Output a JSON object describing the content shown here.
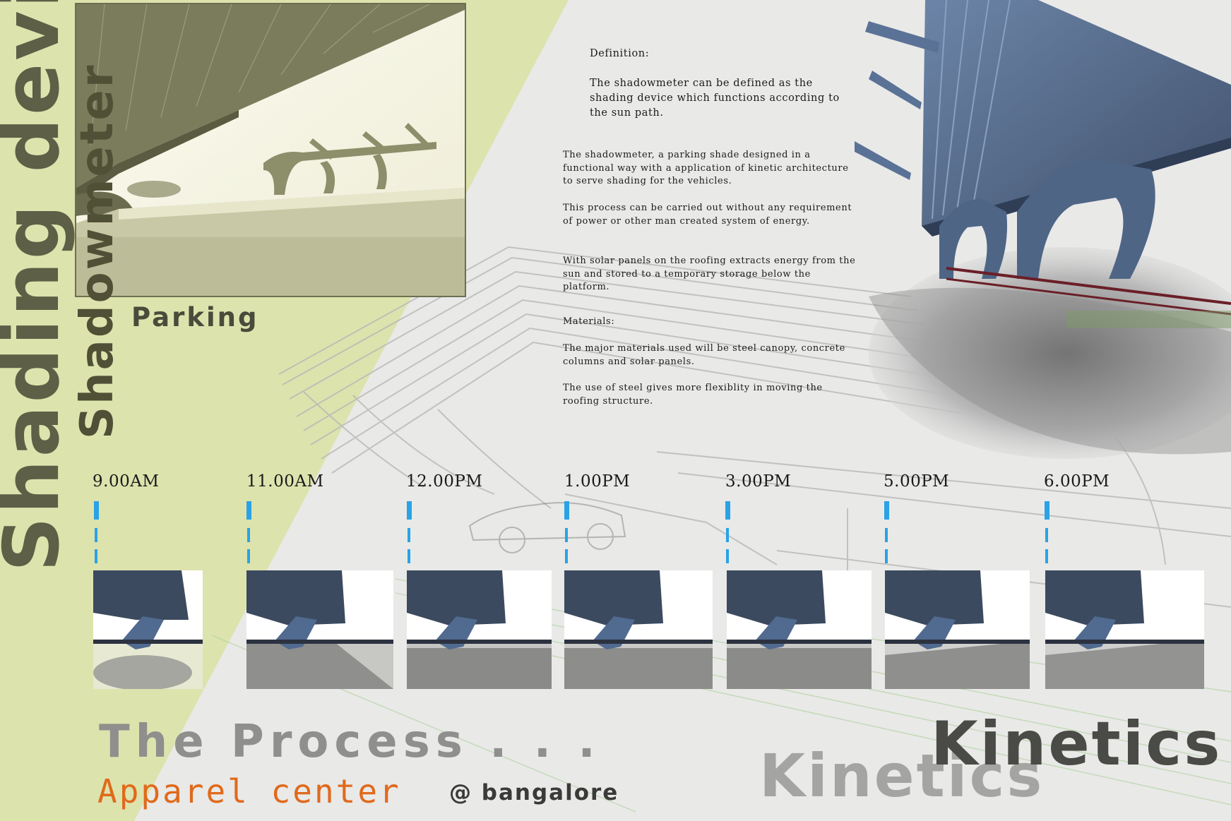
{
  "titles": {
    "main_vertical": "Shading device",
    "sub_vertical": "Shadowmeter",
    "parking": "Parking",
    "process": "The Process . . .",
    "apparel": "Apparel center",
    "city": "@ bangalore",
    "kinetics_main": "Kinetics",
    "kinetics_shadow": "Kinetics"
  },
  "text": {
    "definition_heading": "Definition:",
    "definition_body": "The shadowmeter can be defined as the shading device which functions according to the sun path.",
    "para1": "The shadowmeter, a parking shade designed in a functional way with a application of kinetic architecture to serve shading for the vehicles.",
    "para2": "This process can be carried out without any requirement of power or other man created system of energy.",
    "para3": "With solar panels on the roofing extracts energy from the sun and stored to a temporary storage below the platform.",
    "materials_heading": "Materials:",
    "para4": "The major materials used will be steel canopy, concrete columns and solar panels.",
    "para5": "The use of steel gives more flexiblity in moving the roofing structure."
  },
  "timeline": {
    "times": [
      "9.00AM",
      "11.00AM",
      "12.00PM",
      "1.00PM",
      "3.00PM",
      "5.00PM",
      "6.00PM"
    ],
    "tick_color": "#29a3e5"
  },
  "colors": {
    "olive": "#dfe4b2",
    "steel_blue": "#4f6585",
    "accent_orange": "#e06a1c"
  }
}
